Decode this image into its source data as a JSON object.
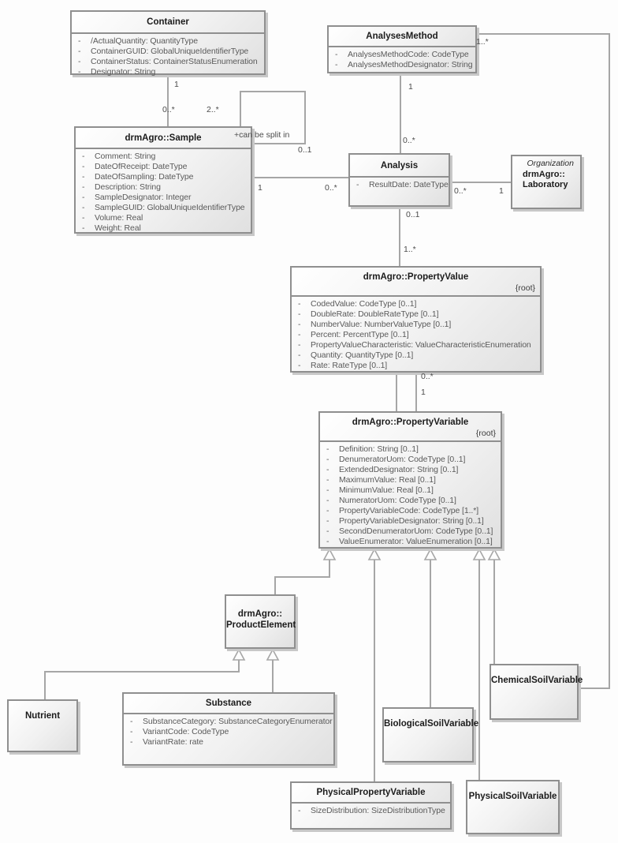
{
  "classes": {
    "container": {
      "title": "Container",
      "attributes": [
        "/ActualQuantity: QuantityType",
        "ContainerGUID: GlobalUniqueIdentifierType",
        "ContainerStatus: ContainerStatusEnumeration",
        "Designator: String"
      ]
    },
    "analyses_method": {
      "title": "AnalysesMethod",
      "attributes": [
        "AnalysesMethodCode: CodeType",
        "AnalysesMethodDesignator: String"
      ]
    },
    "sample": {
      "title": "drmAgro::Sample",
      "attributes": [
        "Comment: String",
        "DateOfReceipt: DateType",
        "DateOfSampling: DateType",
        "Description: String",
        "SampleDesignator: Integer",
        "SampleGUID: GlobalUniqueIdentifierType",
        "Volume: Real",
        "Weight: Real"
      ]
    },
    "analysis": {
      "title": "Analysis",
      "attributes": [
        "ResultDate: DateType"
      ]
    },
    "laboratory": {
      "stereotype": "Organization",
      "name_line1": "drmAgro::",
      "name_line2": "Laboratory"
    },
    "property_value": {
      "title": "drmAgro::PropertyValue",
      "tag": "{root}",
      "attributes": [
        "CodedValue: CodeType [0..1]",
        "DoubleRate: DoubleRateType [0..1]",
        "NumberValue: NumberValueType [0..1]",
        "Percent: PercentType [0..1]",
        "PropertyValueCharacteristic: ValueCharacteristicEnumeration",
        "Quantity: QuantityType [0..1]",
        "Rate: RateType [0..1]"
      ]
    },
    "property_variable": {
      "title": "drmAgro::PropertyVariable",
      "tag": "{root}",
      "attributes": [
        "Definition: String [0..1]",
        "DenumeratorUom: CodeType [0..1]",
        "ExtendedDesignator: String [0..1]",
        "MaximumValue: Real [0..1]",
        "MinimumValue: Real [0..1]",
        "NumeratorUom: CodeType [0..1]",
        "PropertyVariableCode: CodeType [1..*]",
        "PropertyVariableDesignator: String [0..1]",
        "SecondDenumeratorUom: CodeType [0..1]",
        "ValueEnumerator: ValueEnumeration [0..1]"
      ]
    },
    "product_element": {
      "name_line1": "drmAgro::",
      "name_line2": "ProductElement"
    },
    "nutrient": {
      "title": "Nutrient"
    },
    "substance": {
      "title": "Substance",
      "attributes": [
        "SubstanceCategory: SubstanceCategoryEnumerator",
        "VariantCode: CodeType",
        "VariantRate: rate"
      ]
    },
    "biological_soil_variable": {
      "title": "BiologicalSoilVariable"
    },
    "chemical_soil_variable": {
      "title": "ChemicalSoilVariable"
    },
    "physical_property_variable": {
      "title": "PhysicalPropertyVariable",
      "attributes": [
        "SizeDistribution: SizeDistributionType"
      ]
    },
    "physical_soil_variable": {
      "title": "PhysicalSoilVariable"
    }
  },
  "edge_labels": {
    "container_sample_src": "1",
    "container_sample_tgt": "0..*",
    "split_src": "2..*",
    "split_name": "+can be split in",
    "split_tgt": "0..1",
    "method_analysis_src": "1",
    "method_analysis_tgt": "0..*",
    "sample_analysis_src": "1",
    "sample_analysis_tgt": "0..*",
    "analysis_lab_src": "0..*",
    "analysis_lab_tgt": "1",
    "analysis_value_src": "0..1",
    "analysis_value_tgt": "1..*",
    "value_variable_src": "0..*",
    "value_variable_tgt": "1",
    "method_chemical_src": "1..*"
  },
  "colors": {
    "connector_line": "#a6a6a6",
    "box_border": "#8f8f8f",
    "box_fill_top": "#ffffff",
    "box_fill_bottom": "#e0e0e0",
    "box_shadow": "#c8c8c8",
    "title_text": "#1b1b1b",
    "attribute_text": "#5a5a5a",
    "label_text": "#4c4c4c",
    "canvas_background": "#fdfdfd"
  }
}
